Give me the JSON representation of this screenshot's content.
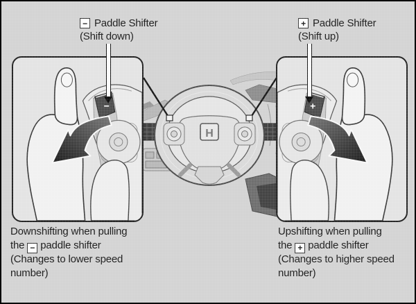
{
  "callouts": {
    "left": {
      "symbol": "−",
      "title": "Paddle Shifter",
      "subtitle": "(Shift down)"
    },
    "right": {
      "symbol": "+",
      "title": "Paddle Shifter",
      "subtitle": "(Shift up)"
    }
  },
  "captions": {
    "left": {
      "line1": "Downshifting when pulling",
      "line2_pre": "the",
      "symbol": "−",
      "line2_post": "paddle shifter",
      "line3": "(Changes to lower speed",
      "line4": "number)"
    },
    "right": {
      "line1": "Upshifting when pulling",
      "line2_pre": "the",
      "symbol": "+",
      "line2_post": "paddle shifter",
      "line3": "(Changes to higher speed",
      "line4": "number)"
    }
  },
  "paddles": {
    "left": "−",
    "right": "+"
  },
  "wheel": {
    "logo": "H"
  },
  "colors": {
    "background": "#d4d4d4",
    "panel": "#e4e4e4",
    "border": "#1e1e1e",
    "text": "#1c1c1c",
    "arrow_light": "#7a7a7a",
    "arrow_dark": "#1f1f1f"
  }
}
